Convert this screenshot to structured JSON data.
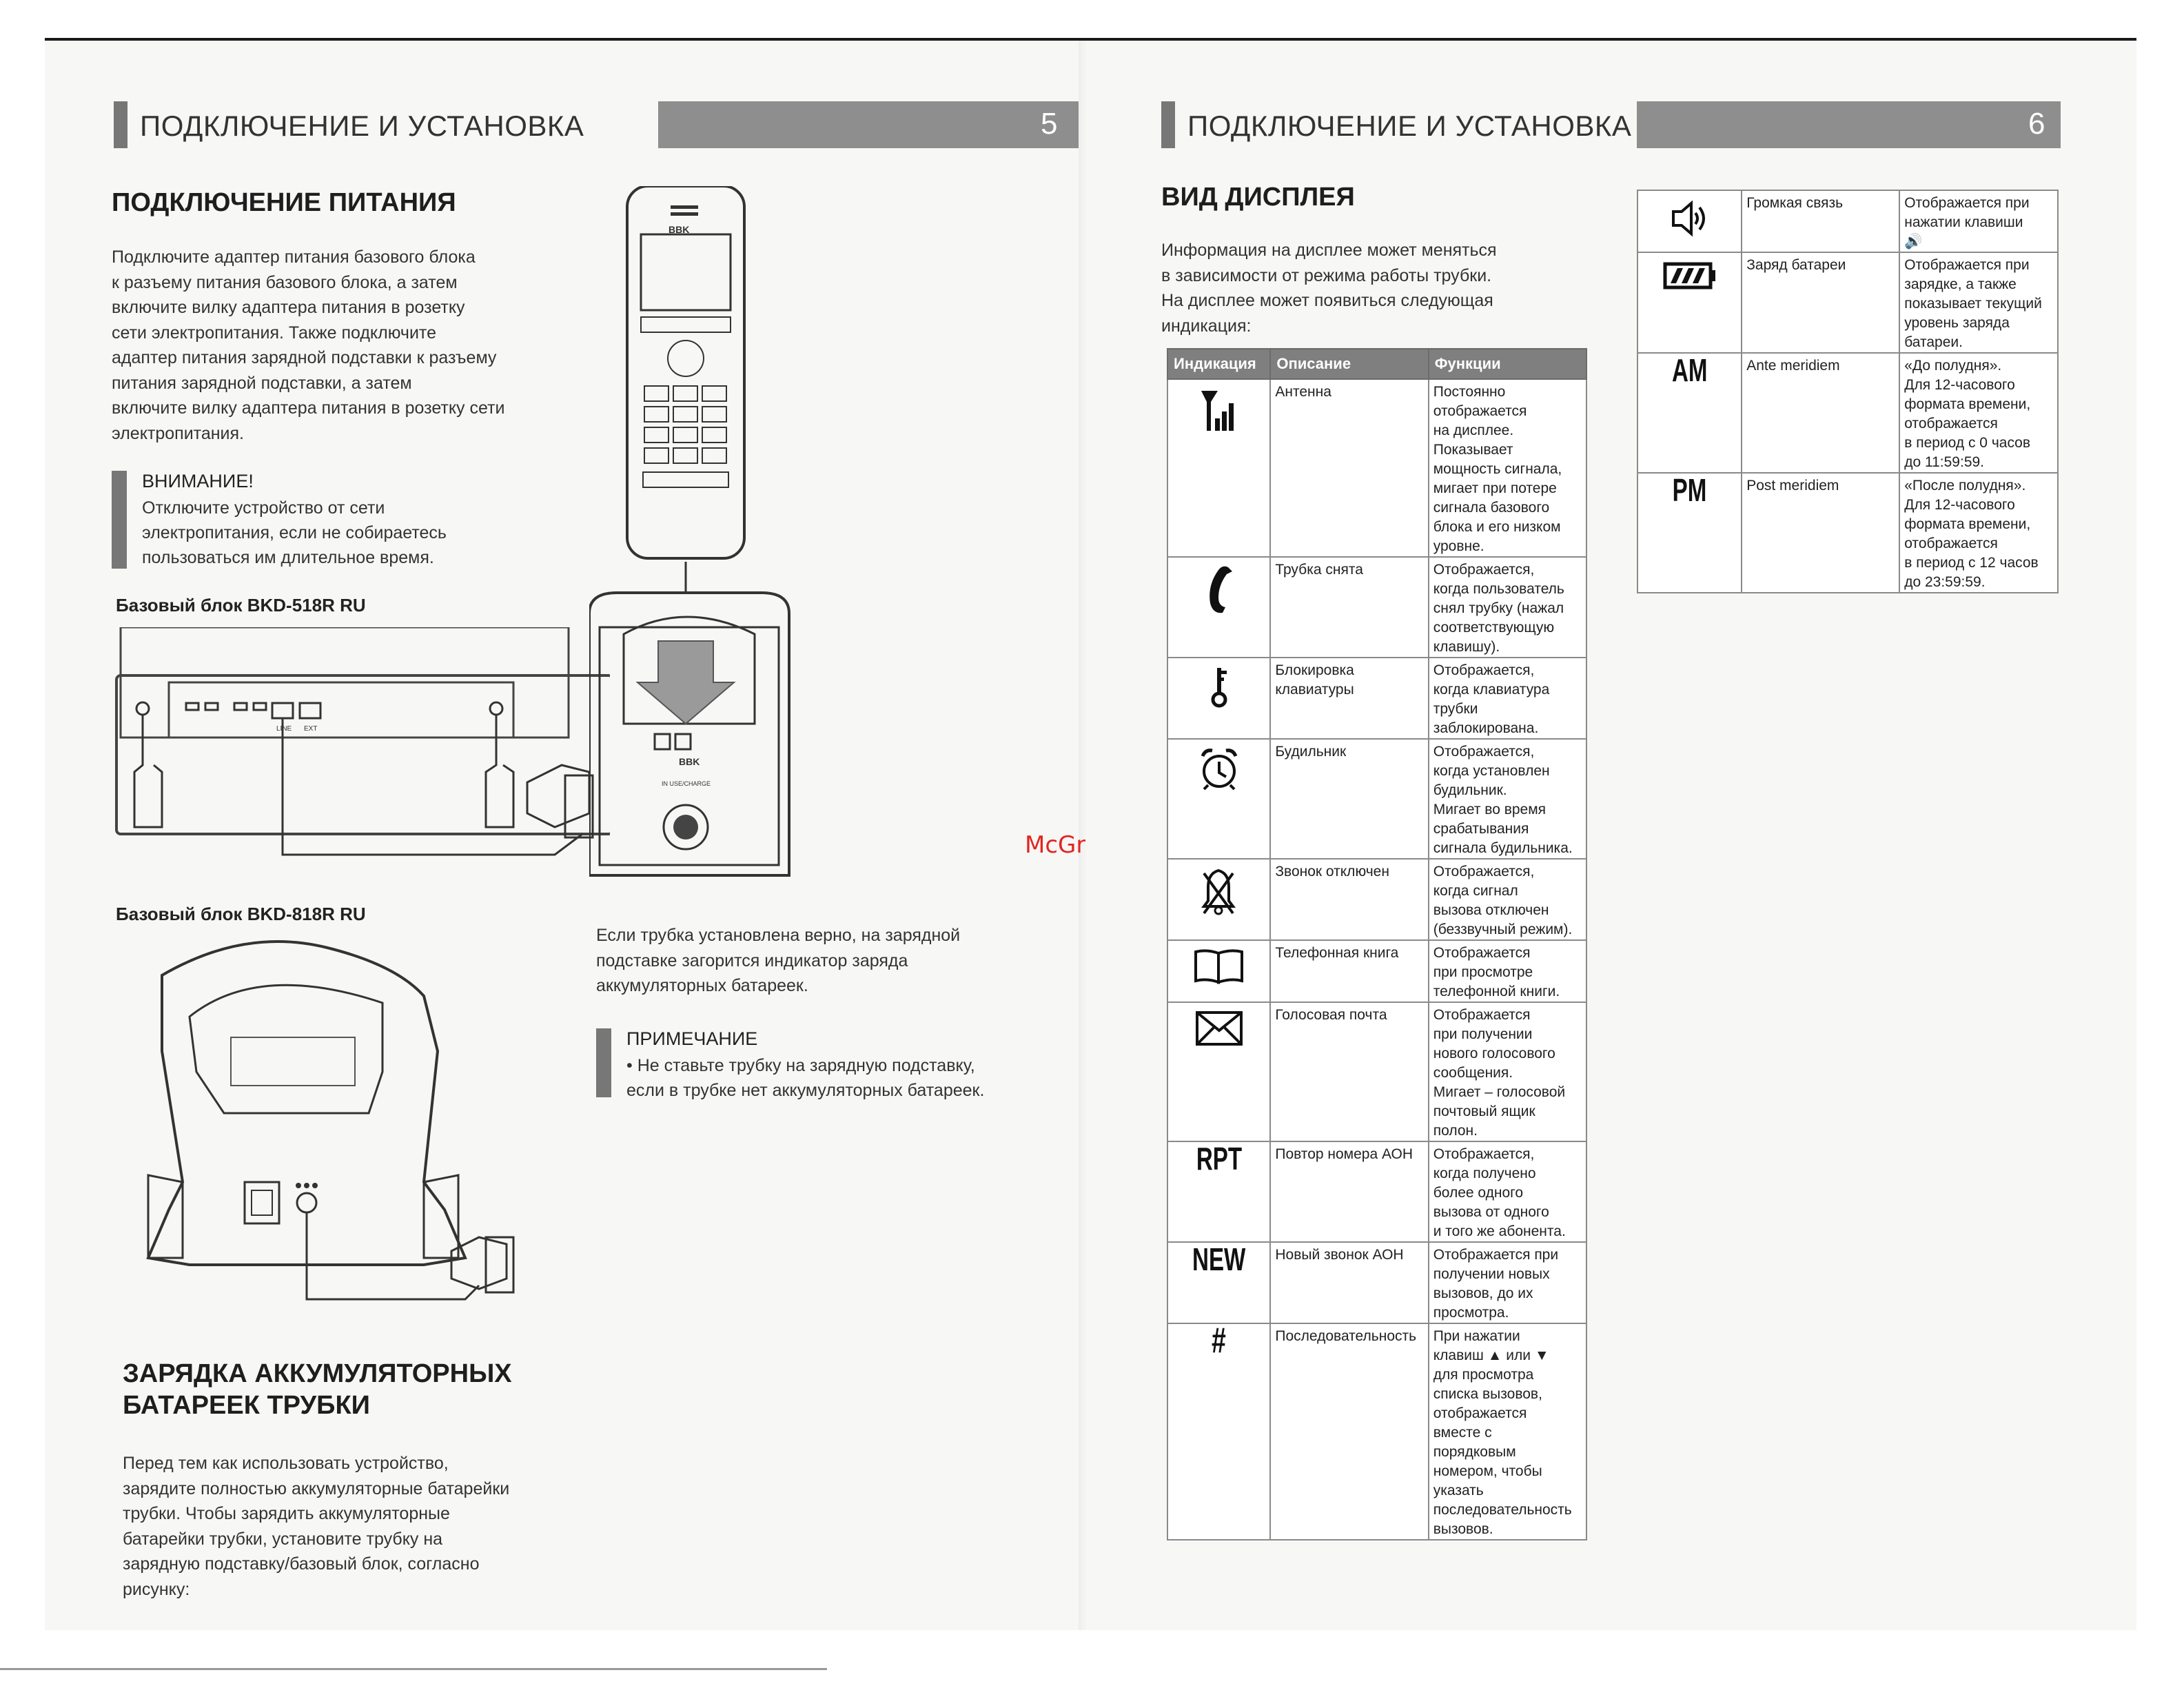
{
  "left_page": {
    "section_title": "ПОДКЛЮЧЕНИЕ И УСТАНОВКА",
    "page_number": "5",
    "power": {
      "heading": "ПОДКЛЮЧЕНИЕ ПИТАНИЯ",
      "lines": [
        "Подключите адаптер питания базового блока",
        "к разъему питания базового блока, а затем",
        "включите вилку адаптера питания в розетку",
        "сети электропитания. Также подключите",
        "адаптер питания зарядной подставки к разъему",
        "питания зарядной подставки, а затем",
        "включите вилку адаптера питания в розетку сети",
        "электропитания."
      ]
    },
    "warning": {
      "title": "ВНИМАНИЕ!",
      "lines": [
        "Отключите устройство от сети",
        "электропитания, если не собираетесь",
        "пользоваться им длительное время."
      ]
    },
    "base518_caption": "Базовый блок BKD-518R RU",
    "base818_caption": "Базовый блок BKD-818R RU",
    "diagram_labels": {
      "brand": "BBK",
      "port_line": "LINE",
      "port_ext": "EXT",
      "cradle_label": "IN USE/CHARGE"
    },
    "charging": {
      "heading_lines": [
        "ЗАРЯДКА АККУМУЛЯТОРНЫХ",
        "БАТАРЕЕК ТРУБКИ"
      ],
      "lines": [
        "Перед тем как использовать устройство,",
        "зарядите полностью аккумуляторные батарейки",
        "трубки. Чтобы зарядить аккумуляторные",
        "батарейки трубки, установите трубку на",
        "зарядную подставку/базовый блок, согласно",
        "рисунку:"
      ]
    },
    "install_note_lines": [
      "Если трубка установлена верно, на зарядной",
      "подставке загорится индикатор заряда",
      "аккумуляторных батареек."
    ],
    "note": {
      "title": "ПРИМЕЧАНИЕ",
      "lines": [
        "• Не ставьте трубку на зарядную подставку,",
        "   если в трубке нет аккумуляторных батареек."
      ]
    }
  },
  "watermark": "McGrp.Ru",
  "right_page": {
    "section_title": "ПОДКЛЮЧЕНИЕ И УСТАНОВКА",
    "page_number": "6",
    "display": {
      "heading": "ВИД ДИСПЛЕЯ",
      "lines": [
        "Информация на дисплее может меняться",
        "в зависимости от режима работы трубки.",
        "На дисплее может появиться следующая",
        "индикация:"
      ]
    },
    "table": {
      "headers": [
        "Индикация",
        "Описание",
        "Функции"
      ],
      "rows": [
        {
          "icon": "antenna-icon",
          "desc": [
            "Антенна"
          ],
          "func": [
            "Постоянно",
            "отображается",
            "на дисплее.",
            "Показывает",
            "мощность сигнала,",
            "мигает при потере",
            "сигнала базового",
            "блока и его низком",
            "уровне."
          ]
        },
        {
          "icon": "handset-icon",
          "desc": [
            "Трубка снята"
          ],
          "func": [
            "Отображается,",
            "когда пользователь",
            "снял трубку (нажал",
            "соответствующую",
            "клавишу)."
          ]
        },
        {
          "icon": "key-icon",
          "desc": [
            "Блокировка",
            "клавиатуры"
          ],
          "func": [
            "Отображается,",
            "когда клавиатура",
            "трубки",
            "заблокирована."
          ]
        },
        {
          "icon": "alarm-clock-icon",
          "desc": [
            "Будильник"
          ],
          "func": [
            "Отображается,",
            "когда установлен",
            "будильник.",
            "Мигает во время",
            "срабатывания",
            "сигнала будильника."
          ]
        },
        {
          "icon": "bell-off-icon",
          "desc": [
            "Звонок отключен"
          ],
          "func": [
            "Отображается,",
            "когда сигнал",
            "вызова отключен",
            "(беззвучный режим)."
          ]
        },
        {
          "icon": "phonebook-icon",
          "desc": [
            "Телефонная книга"
          ],
          "func": [
            "Отображается",
            "при просмотре",
            "телефонной книги."
          ]
        },
        {
          "icon": "envelope-icon",
          "desc": [
            "Голосовая почта"
          ],
          "func": [
            "Отображается",
            "при получении",
            "нового голосового",
            "сообщения.",
            "Мигает – голосовой",
            "почтовый ящик",
            "полон."
          ]
        },
        {
          "icon": "rpt-icon",
          "icon_text": "RPT",
          "desc": [
            "Повтор номера АОН"
          ],
          "func": [
            "Отображается,",
            "когда получено",
            "более одного",
            "вызова от одного",
            "и того же абонента."
          ]
        },
        {
          "icon": "new-icon",
          "icon_text": "NEW",
          "desc": [
            "Новый звонок АОН"
          ],
          "func": [
            "Отображается при",
            "получении новых",
            "вызовов, до их",
            "просмотра."
          ]
        },
        {
          "icon": "hash-icon",
          "icon_text": "#",
          "desc": [
            "Последовательность"
          ],
          "func": [
            "При нажатии",
            "клавиш ▲ или ▼",
            "для просмотра",
            "списка вызовов,",
            "отображается",
            "вместе с",
            "порядковым",
            "номером, чтобы",
            "указать",
            "последовательность",
            "вызовов."
          ]
        }
      ],
      "rows2": [
        {
          "icon": "speaker-icon",
          "desc": [
            "Громкая связь"
          ],
          "func": [
            "Отображается при",
            "нажатии клавиши",
            "🔊"
          ]
        },
        {
          "icon": "battery-icon",
          "desc": [
            "Заряд батареи"
          ],
          "func": [
            "Отображается при",
            "зарядке, а также",
            "показывает текущий",
            "уровень заряда",
            "батареи."
          ]
        },
        {
          "icon": "am-icon",
          "icon_text": "AM",
          "desc": [
            "Ante meridiem"
          ],
          "func": [
            "«До полудня».",
            "Для 12-часового",
            "формата времени,",
            "отображается",
            "в период с 0 часов",
            "до 11:59:59."
          ]
        },
        {
          "icon": "pm-icon",
          "icon_text": "PM",
          "desc": [
            "Post meridiem"
          ],
          "func": [
            "«После полудня».",
            "Для 12-часового",
            "формата времени,",
            "отображается",
            "в период с 12 часов",
            "до 23:59:59."
          ]
        }
      ]
    }
  }
}
